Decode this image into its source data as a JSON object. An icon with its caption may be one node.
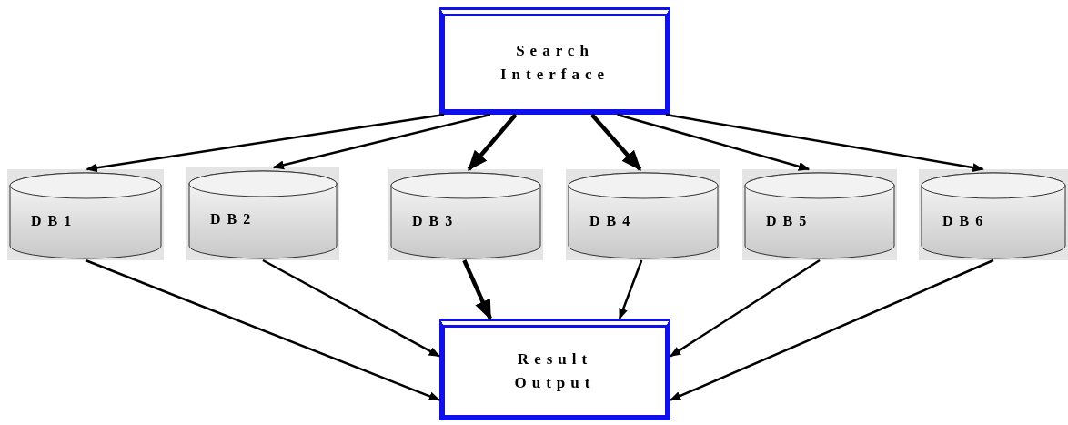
{
  "diagram": {
    "nodes": [
      {
        "text": [
          "Search Interface"
        ]
      },
      {
        "text": [
          "DB1"
        ]
      },
      {
        "text": [
          "DB2"
        ]
      },
      {
        "text": [
          "DB3"
        ]
      },
      {
        "text": [
          "DB4"
        ]
      },
      {
        "text": [
          "DB5"
        ]
      },
      {
        "text": [
          "DB6"
        ]
      },
      {
        "text": [
          "Result Output"
        ]
      }
    ],
    "edges": [
      {
        "from": 0,
        "to": 1,
        "arrow": "to"
      },
      {
        "from": 0,
        "to": 2,
        "arrow": "to"
      },
      {
        "from": 0,
        "to": 3,
        "arrow": "to",
        "style": "thick"
      },
      {
        "from": 0,
        "to": 4,
        "arrow": "to",
        "style": "thick"
      },
      {
        "from": 0,
        "to": 5,
        "arrow": "to"
      },
      {
        "from": 0,
        "to": 6,
        "arrow": "to"
      },
      {
        "from": 1,
        "to": 7,
        "arrow": "to"
      },
      {
        "from": 2,
        "to": 7,
        "arrow": "to"
      },
      {
        "from": 3,
        "to": 7,
        "arrow": "to",
        "style": "thick"
      },
      {
        "from": 4,
        "to": 7,
        "arrow": "to"
      },
      {
        "from": 5,
        "to": 7,
        "arrow": "to"
      },
      {
        "from": 6,
        "to": 7,
        "arrow": "to"
      }
    ]
  }
}
